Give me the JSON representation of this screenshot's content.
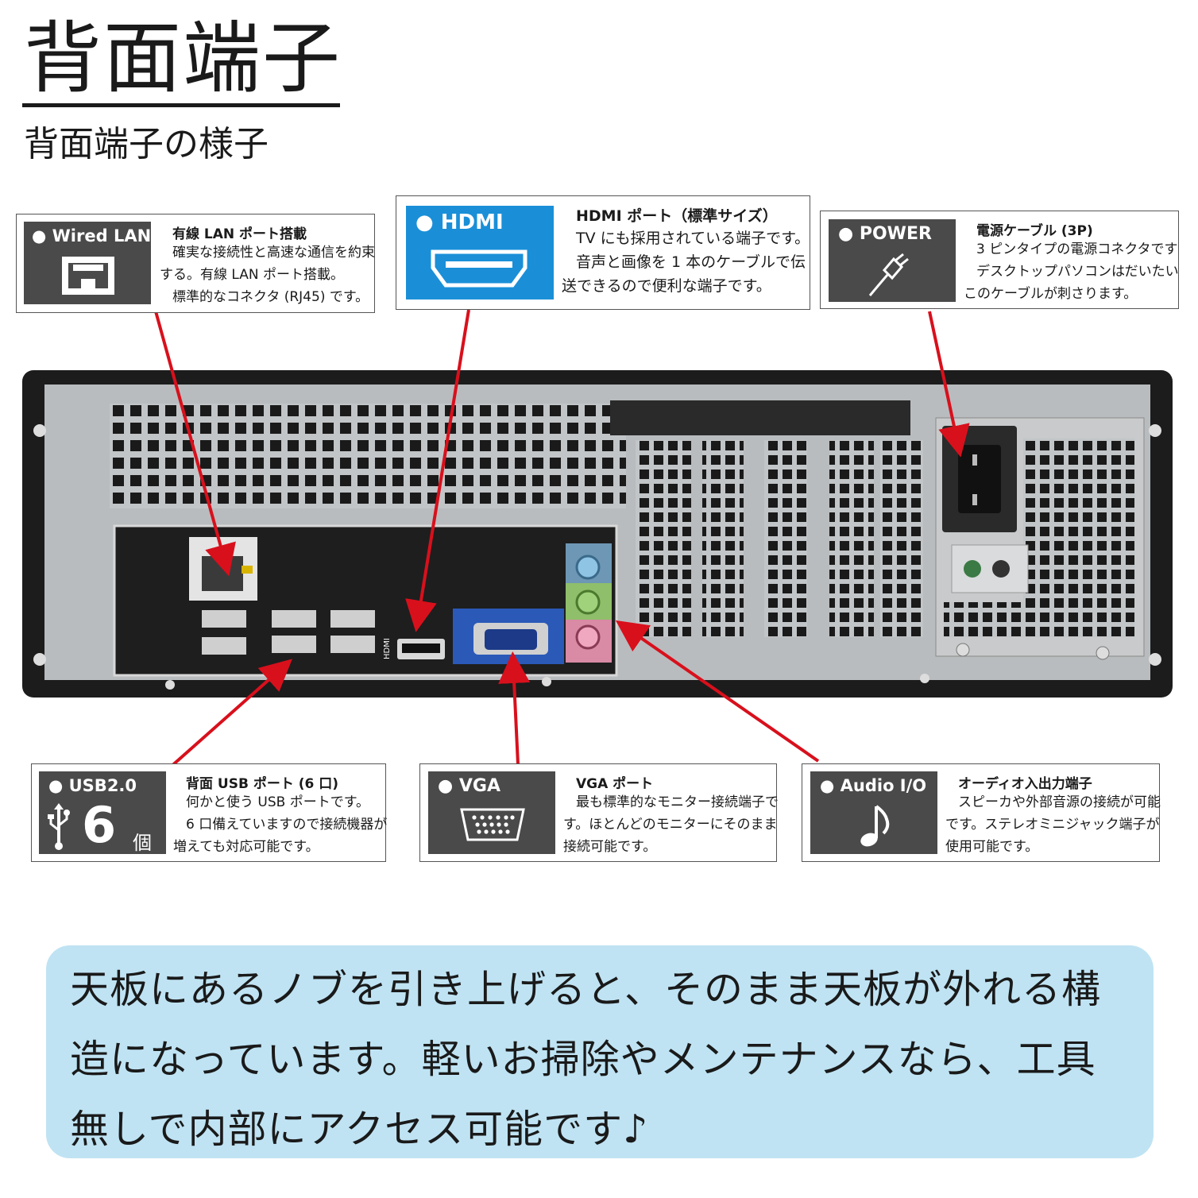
{
  "header": {
    "title": "背面端子",
    "subtitle": "背面端子の様子"
  },
  "cards": {
    "lan": {
      "tile_label": "● Wired LAN",
      "icon": "ethernet-port-icon",
      "heading": "有線 LAN ポート搭載",
      "lines": [
        "確実な接続性と高速な通信を約束",
        "する。有線 LAN ポート搭載。",
        "標準的なコネクタ (RJ45) です。"
      ]
    },
    "hdmi": {
      "tile_label": "● HDMI",
      "icon": "hdmi-port-icon",
      "heading": "HDMI ポート（標準サイズ）",
      "lines": [
        "TV にも採用されている端子です。",
        "音声と画像を 1 本のケーブルで伝",
        "送できるので便利な端子です。"
      ]
    },
    "power": {
      "tile_label": "● POWER",
      "icon": "power-plug-icon",
      "heading": "電源ケーブル (3P)",
      "lines": [
        "3 ピンタイプの電源コネクタです",
        "デスクトップパソコンはだいたい",
        "このケーブルが刺さります。"
      ]
    },
    "usb": {
      "tile_label": "● USB2.0",
      "icon": "usb-icon",
      "count": "6",
      "unit": "個",
      "heading": "背面 USB ポート (6 口)",
      "lines": [
        "何かと使う USB ポートです。",
        "6 口備えていますので接続機器が",
        "増えても対応可能です。"
      ]
    },
    "vga": {
      "tile_label": "● VGA",
      "icon": "vga-port-icon",
      "heading": "VGA ポート",
      "lines": [
        "最も標準的なモニター接続端子で",
        "す。ほとんどのモニターにそのまま",
        "接続可能です。"
      ]
    },
    "audio": {
      "tile_label": "● Audio I/O",
      "icon": "music-note-icon",
      "heading": "オーディオ入出力端子",
      "lines": [
        "スピーカや外部音源の接続が可能",
        "です。ステレオミニジャック端子が",
        "使用可能です。"
      ]
    },
    "photo_labels": {
      "hdmi": "HDMI"
    }
  },
  "note": {
    "lines": [
      "天板にあるノブを引き上げると、そのまま天板が外れる構",
      "造になっています。軽いお掃除やメンテナンスなら、工具",
      "無しで内部にアクセス可能です♪"
    ]
  },
  "colors": {
    "tile_gray": "#4a4a4a",
    "tile_blue": "#1a8fd8",
    "arrow_red": "#d8101c",
    "note_bg": "#bfe3f3",
    "case_black": "#1c1c1c",
    "chassis_gray": "#b9bcbe"
  }
}
